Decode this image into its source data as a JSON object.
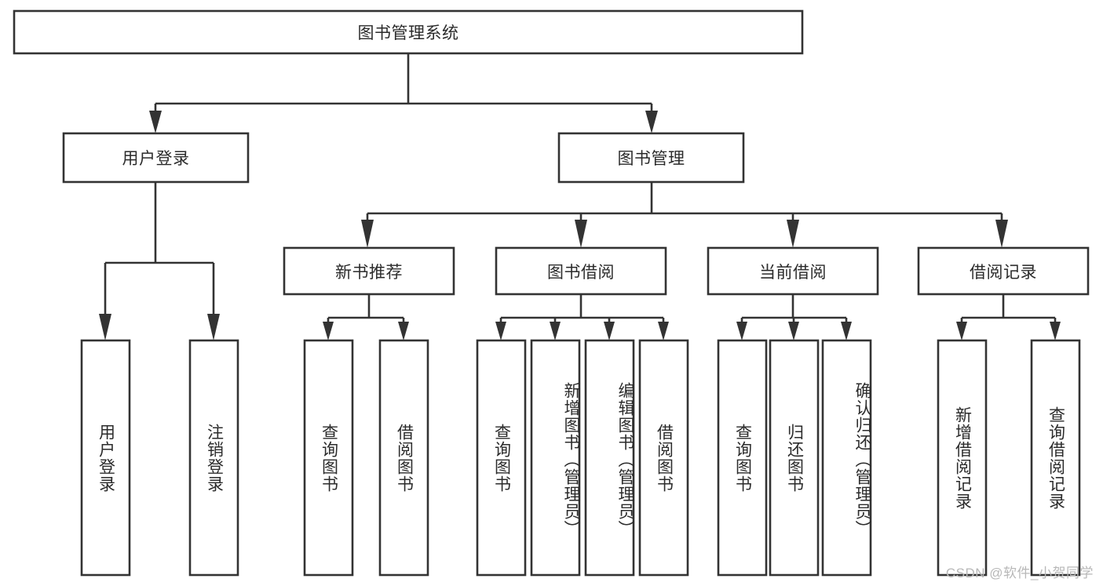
{
  "diagram": {
    "type": "tree-hierarchy-chart",
    "title": "图书管理系统",
    "watermark": "CSDN @软件_小贺同学",
    "colors": {
      "box_stroke": "#333333",
      "box_fill": "#ffffff",
      "text": "#2b2b2b",
      "background": "#ffffff",
      "watermark": "#b8b8b8"
    },
    "root": {
      "label": "图书管理系统"
    },
    "level2": [
      {
        "label": "用户登录"
      },
      {
        "label": "图书管理"
      }
    ],
    "level3": [
      {
        "label": "新书推荐"
      },
      {
        "label": "图书借阅"
      },
      {
        "label": "当前借阅"
      },
      {
        "label": "借阅记录"
      }
    ],
    "leaves": {
      "user_login": [
        {
          "label": "用户登录"
        },
        {
          "label": "注销登录"
        }
      ],
      "new_book_recommend": [
        {
          "label": "查询图书"
        },
        {
          "label": "借阅图书"
        }
      ],
      "book_borrow": [
        {
          "label": "查询图书"
        },
        {
          "label": "新增图书（管理员）"
        },
        {
          "label": "编辑图书（管理员）"
        },
        {
          "label": "借阅图书"
        }
      ],
      "current_borrow": [
        {
          "label": "查询图书"
        },
        {
          "label": "归还图书"
        },
        {
          "label": "确认归还（管理员）"
        }
      ],
      "borrow_record": [
        {
          "label": "新增借阅记录"
        },
        {
          "label": "查询借阅记录"
        }
      ]
    }
  }
}
